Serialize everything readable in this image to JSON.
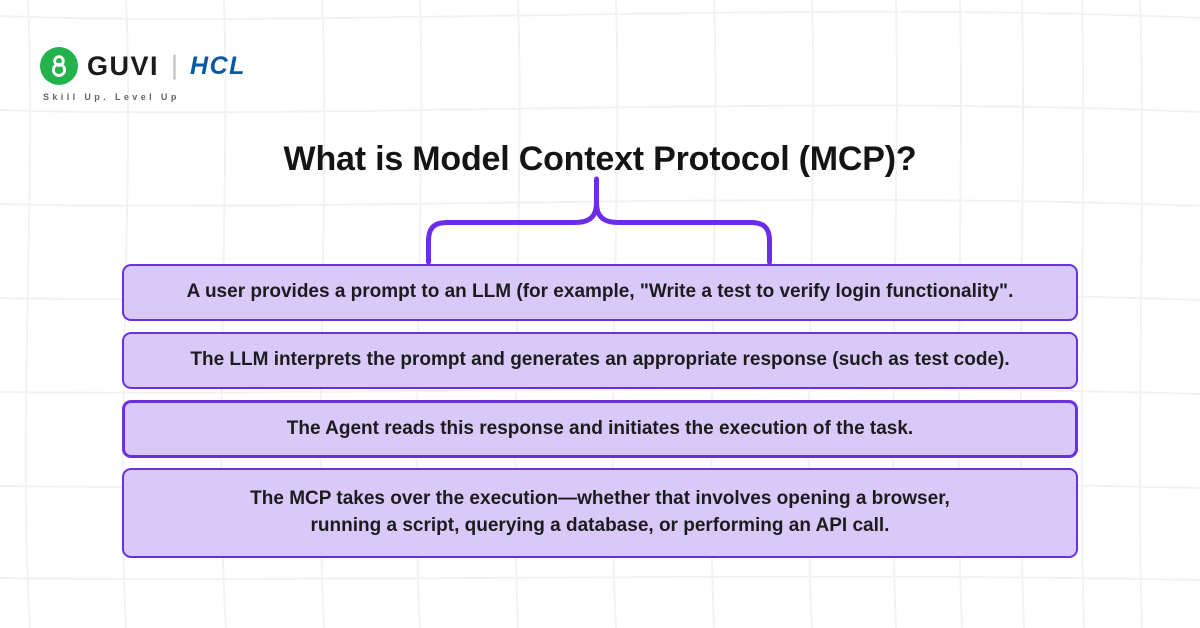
{
  "brand": {
    "guvi": "GUVI",
    "divider": "|",
    "hcl": "HCL",
    "tagline": "Skill Up. Level Up"
  },
  "icons": {
    "guvi-logo": "g-monogram-in-green-circle"
  },
  "title": "What is Model Context Protocol (MCP)?",
  "diagram": {
    "steps": [
      {
        "text": "A user provides a prompt to an LLM (for example, \"Write a test to verify login functionality\"."
      },
      {
        "text": "The LLM interprets the prompt and generates an appropriate response (such as test code)."
      },
      {
        "text": "The Agent reads this response and initiates the execution of the task."
      },
      {
        "line1": "The MCP takes over the execution—whether that involves opening a browser,",
        "line2": "running a script, querying a database, or performing an API call."
      }
    ]
  },
  "colors": {
    "accent": "#6c2deb",
    "box-fill": "#d8c9f8",
    "box-border": "#6930e0",
    "guvi-green": "#23b24b",
    "hcl-blue": "#0a57a3",
    "title": "#141414",
    "grid-line": "#f3f1f4"
  }
}
